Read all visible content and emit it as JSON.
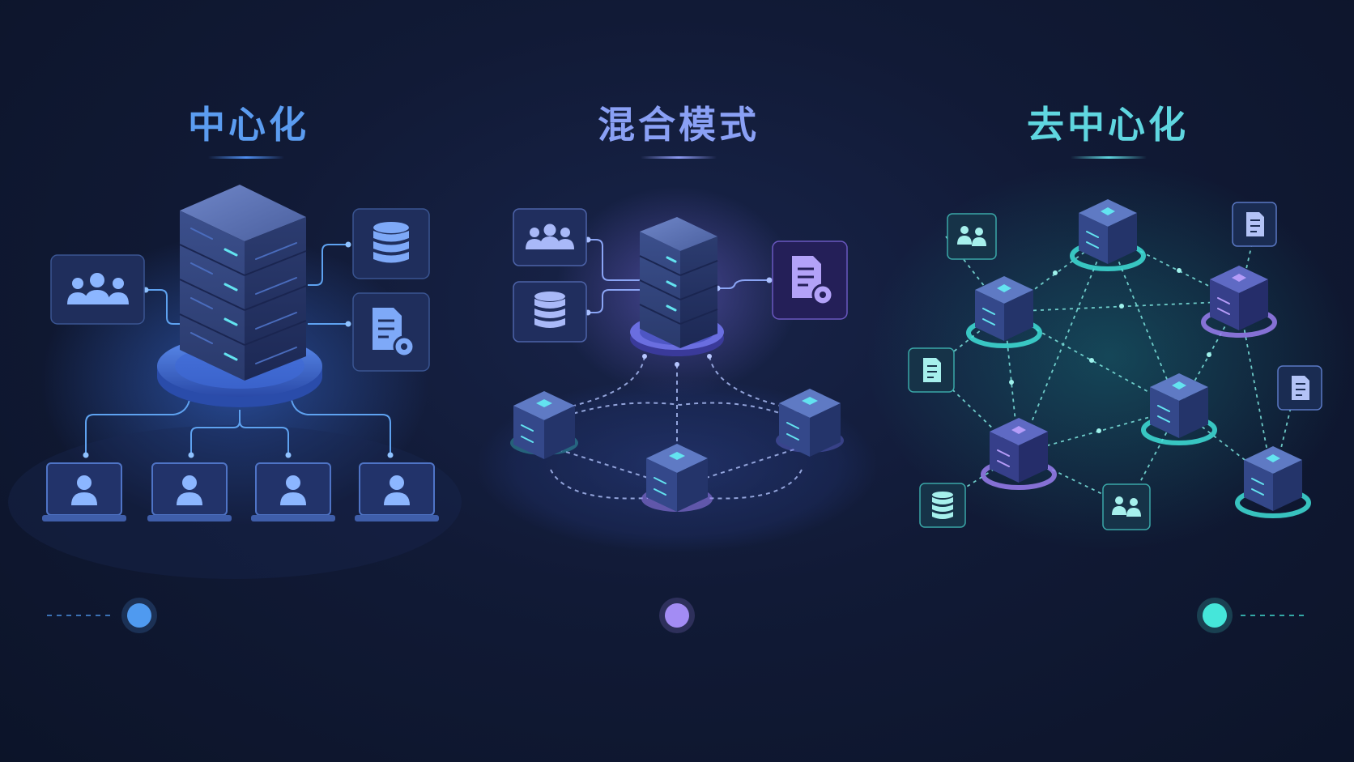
{
  "titles": {
    "centralized": "中心化",
    "hybrid": "混合模式",
    "decentralized": "去中心化"
  },
  "colors": {
    "background": "#111a36",
    "centralized_accent": "#4f8ef0",
    "hybrid_accent": "#9b86f2",
    "decentralized_accent": "#3fe0d8"
  },
  "icons": {
    "centralized": [
      "server-icon",
      "users-group-icon",
      "database-icon",
      "document-settings-icon",
      "laptop-user-icon"
    ],
    "hybrid": [
      "server-icon",
      "users-group-icon",
      "database-icon",
      "document-settings-icon"
    ],
    "decentralized": [
      "server-node-icon",
      "users-group-icon",
      "database-icon",
      "document-icon"
    ]
  },
  "spectrum": {
    "stops": [
      "centralized",
      "hybrid",
      "decentralized"
    ]
  }
}
